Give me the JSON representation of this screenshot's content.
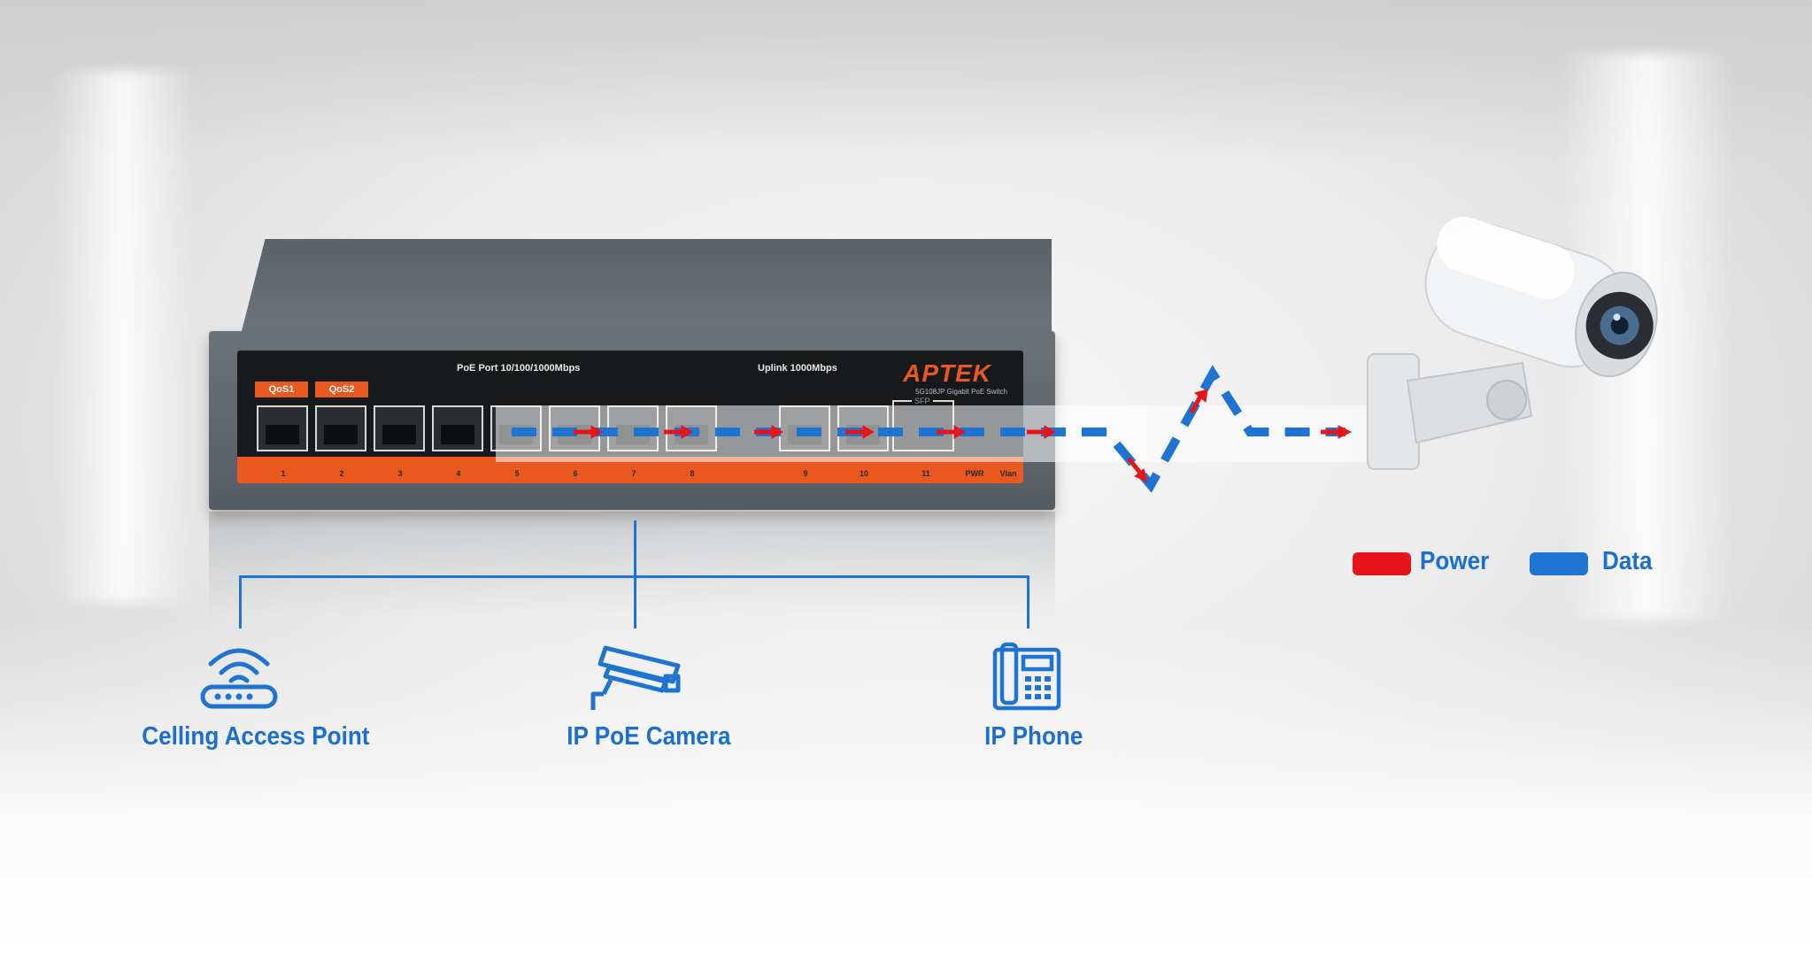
{
  "switch": {
    "brand": "APTEK",
    "model": "5G108JP Gigabit PoE Switch",
    "poe_port_label": "PoE Port 10/100/1000Mbps",
    "uplink_label": "Uplink 1000Mbps",
    "qos1": "QoS1",
    "qos2": "QoS2",
    "sfp_label": "SFP",
    "port_numbers": [
      "1",
      "2",
      "3",
      "4",
      "5",
      "6",
      "7",
      "8",
      "9",
      "10",
      "11"
    ],
    "pwr_label": "PWR",
    "vlan_label": "Vlan"
  },
  "devices": {
    "access_point": "Celling Access Point",
    "camera": "IP PoE Camera",
    "phone": "IP Phone"
  },
  "legend": {
    "power": "Power",
    "data": "Data"
  },
  "colors": {
    "power": "#e8141b",
    "data": "#1f74d2",
    "accent": "#e8581f"
  }
}
